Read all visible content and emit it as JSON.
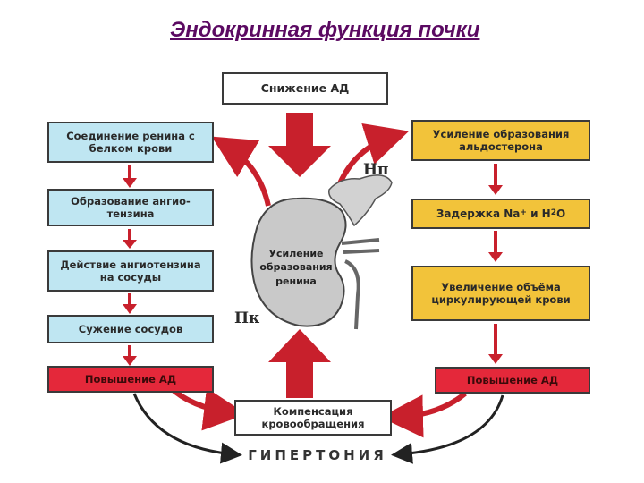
{
  "title": "Эндокринная функция почки",
  "top_box": "Снижение АД",
  "left_chain": [
    "Соединение ренина с белком крови",
    "Образование ангио-тензина",
    "Действие ангиотензина на сосуды",
    "Сужение сосудов",
    "Повышение АД"
  ],
  "right_chain": {
    "aldosterone": "Усиление образования альдостерона",
    "retention_prefix": "Задержка Na",
    "retention_sup": "+",
    "retention_mid": " и Н",
    "retention_sub": "2",
    "retention_suffix": "О",
    "volume": "Увеличение объёма циркулирующей крови",
    "pressure": "Повышение АД"
  },
  "kidney_text": "Усиление образования ренина",
  "label_np": "Нп",
  "label_pk": "Пк",
  "bottom_box": "Компенсация кровообращения",
  "hypertension": "ГИПЕРТОНИЯ",
  "colors": {
    "title": "#5b0a62",
    "blue_box": "#bfe6f2",
    "yellow_box": "#f2c33a",
    "red_box": "#e4283a",
    "arrow": "#c8202c",
    "kidney": "#c9c9c9"
  }
}
